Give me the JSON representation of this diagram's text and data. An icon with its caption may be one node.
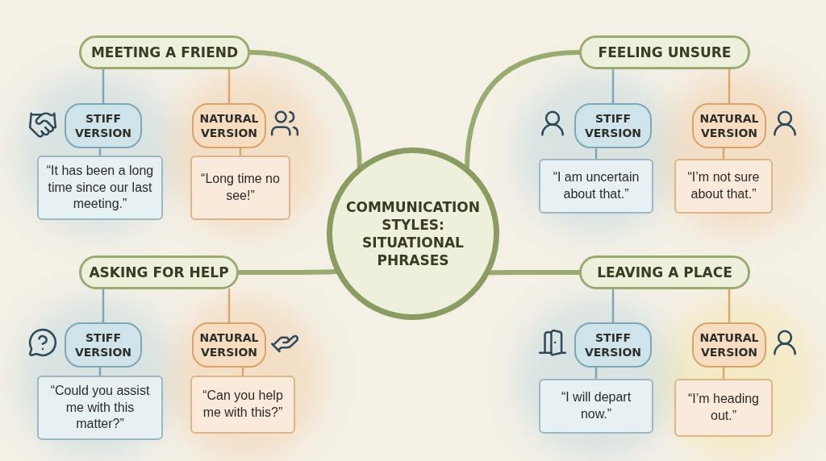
{
  "diagram": {
    "nodes": [
      {
        "text": [
          "COMMUNICATION STYLES: SITUATIONAL PHRASES"
        ]
      },
      {
        "text": [
          "MEETING A FRIEND"
        ]
      },
      {
        "text": [
          "STIFF VERSION"
        ]
      },
      {
        "text": [
          "NATURAL VERSION"
        ]
      },
      {
        "text": [
          "“It has been a long time since our last meeting.”"
        ]
      },
      {
        "text": [
          "“Long time no see!”"
        ]
      },
      {
        "text": [
          "FEELING UNSURE"
        ]
      },
      {
        "text": [
          "STIFF VERSION"
        ]
      },
      {
        "text": [
          "NATURAL VERSION"
        ]
      },
      {
        "text": [
          "“I am uncertain about that.”"
        ]
      },
      {
        "text": [
          "“I’m not sure about that.”"
        ]
      },
      {
        "text": [
          "ASKING FOR HELP"
        ]
      },
      {
        "text": [
          "STIFF VERSION"
        ]
      },
      {
        "text": [
          "NATURAL VERSION"
        ]
      },
      {
        "text": [
          "“Could you assist me with this matter?”"
        ]
      },
      {
        "text": [
          "“Can you help me with this?”"
        ]
      },
      {
        "text": [
          "LEAVING A PLACE"
        ]
      },
      {
        "text": [
          "STIFF VERSION"
        ]
      },
      {
        "text": [
          "NATURAL VERSION"
        ]
      },
      {
        "text": [
          "“I will depart now.”"
        ]
      },
      {
        "text": [
          "“I’m heading out.”"
        ]
      }
    ],
    "edges": [
      {
        "from": 0,
        "to": 1,
        "arrow": "none",
        "style": "thick",
        "color": "#9aab72"
      },
      {
        "from": 1,
        "to": 2,
        "arrow": "none"
      },
      {
        "from": 1,
        "to": 3,
        "arrow": "none",
        "color": "#dca670"
      },
      {
        "from": 2,
        "to": 4,
        "arrow": "none"
      },
      {
        "from": 3,
        "to": 5,
        "arrow": "none",
        "color": "#dca670"
      },
      {
        "from": 0,
        "to": 6,
        "arrow": "none",
        "style": "thick",
        "color": "#9aab72"
      },
      {
        "from": 6,
        "to": 7,
        "arrow": "none"
      },
      {
        "from": 6,
        "to": 8,
        "arrow": "none",
        "color": "#dca670"
      },
      {
        "from": 7,
        "to": 9,
        "arrow": "none"
      },
      {
        "from": 8,
        "to": 10,
        "arrow": "none",
        "color": "#dca670"
      },
      {
        "from": 0,
        "to": 11,
        "arrow": "none",
        "style": "thick",
        "color": "#9aab72"
      },
      {
        "from": 11,
        "to": 12,
        "arrow": "none"
      },
      {
        "from": 11,
        "to": 13,
        "arrow": "none",
        "color": "#dca670"
      },
      {
        "from": 12,
        "to": 14,
        "arrow": "none"
      },
      {
        "from": 13,
        "to": 15,
        "arrow": "none",
        "color": "#dca670"
      },
      {
        "from": 0,
        "to": 16,
        "arrow": "none",
        "style": "thick",
        "color": "#9aab72"
      },
      {
        "from": 16,
        "to": 17,
        "arrow": "none"
      },
      {
        "from": 16,
        "to": 18,
        "arrow": "none",
        "color": "#dca670"
      },
      {
        "from": 17,
        "to": 19,
        "arrow": "none"
      },
      {
        "from": 18,
        "to": 20,
        "arrow": "none",
        "color": "#dca670"
      }
    ]
  }
}
